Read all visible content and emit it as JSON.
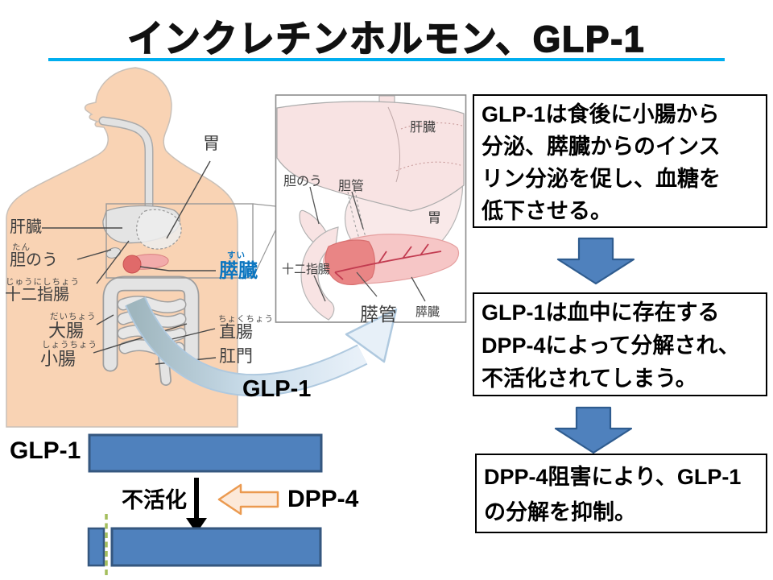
{
  "title": "インクレチンホルモン、GLP-1",
  "body_diagram": {
    "labels": {
      "liver": {
        "main": "肝臓"
      },
      "gallbladder": {
        "furigana": "たん",
        "main": "胆のう"
      },
      "duodenum": {
        "furigana": "じゅうにしちょう",
        "main": "十二指腸"
      },
      "large_intestine": {
        "furigana": "だいちょう",
        "main": "大腸"
      },
      "small_intestine": {
        "furigana": "しょうちょう",
        "main": "小腸"
      },
      "stomach": {
        "main": "胃"
      },
      "pancreas": {
        "furigana": "すい",
        "main": "膵臓"
      },
      "rectum": {
        "furigana": "ちょくちょう",
        "main": "直腸"
      },
      "anus": {
        "main": "肛門"
      }
    }
  },
  "inset_diagram": {
    "labels": {
      "liver": "肝臓",
      "gallbladder": "胆のう",
      "bile_duct": "胆管",
      "stomach": "胃",
      "duodenum": "十二指腸",
      "pancreatic_duct": "膵管",
      "pancreas": "膵臓"
    }
  },
  "secretion_arrow_label": "GLP-1",
  "flow": {
    "boxes": [
      {
        "lines": [
          "GLP-1は食後に小腸から",
          "分泌、膵臓からのインス",
          "リン分泌を促し、血糖を",
          "低下させる。"
        ]
      },
      {
        "lines": [
          "GLP-1は血中に存在する",
          "DPP-4によって分解され、",
          "不活化されてしまう。"
        ]
      },
      {
        "lines": [
          "DPP-4阻害により、GLP-1",
          "の分解を抑制。"
        ]
      }
    ]
  },
  "inactivation_diagram": {
    "glp1_label": "GLP-1",
    "inactivation_label": "不活化",
    "dpp4_label": "DPP-4"
  },
  "colors": {
    "accent_blue": "#4F81BD",
    "accent_blue_border": "#35577F",
    "underline_cyan": "#00AEEF",
    "pancreas_label_blue": "#0C76C0",
    "orange_arrow_border": "#EB9A50",
    "orange_arrow_fill": "#FCE9D9",
    "green_dashed": "#A4BE5C",
    "body_skin": "#F9D3B4",
    "inset_pink": "#F8E3E3",
    "pancreas_red": "#E98585"
  }
}
